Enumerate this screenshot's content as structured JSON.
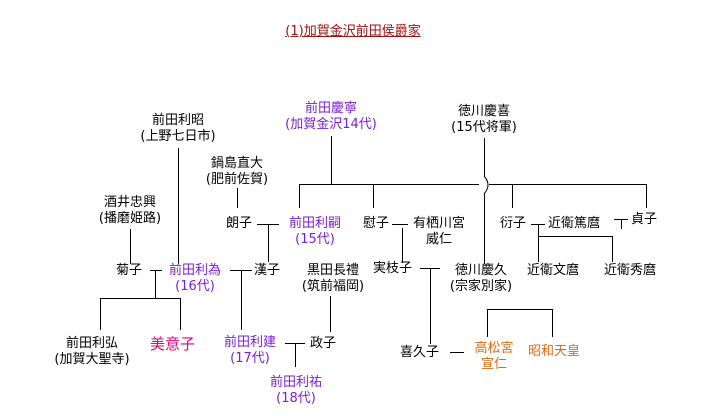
{
  "title": "(1)加賀金沢前田侯爵家",
  "people": {
    "toshiaki": {
      "name": "前田利昭",
      "sub": "(上野七日市)"
    },
    "yoshiyasu": {
      "name": "前田慶寧",
      "sub": "(加賀金沢14代)"
    },
    "yoshinobu": {
      "name": "徳川慶喜",
      "sub": "(15代将軍)"
    },
    "naohiro": {
      "name": "鍋島直大",
      "sub": "(肥前佐賀)"
    },
    "tadaoki": {
      "name": "酒井忠興",
      "sub": "(播磨姫路)"
    },
    "akiko": {
      "name": "朗子"
    },
    "toshitsugu": {
      "name": "前田利嗣",
      "sub": "(15代)"
    },
    "ikuko": {
      "name": "慰子"
    },
    "arisugawa": {
      "name": "有栖川宮",
      "sub": "威仁"
    },
    "itoko": {
      "name": "衍子"
    },
    "atsumaro": {
      "name": "近衛篤麿"
    },
    "sadako": {
      "name": "貞子"
    },
    "kikuko": {
      "name": "菊子"
    },
    "toshinari": {
      "name": "前田利為",
      "sub": "(16代)"
    },
    "kiyoko": {
      "name": "漢子"
    },
    "nagashige": {
      "name": "黒田長禮",
      "sub": "(筑前福岡)"
    },
    "saneko": {
      "name": "実枝子"
    },
    "yoshihisa": {
      "name": "徳川慶久",
      "sub": "(宗家別家)"
    },
    "fumimaro": {
      "name": "近衛文麿"
    },
    "hidemaro": {
      "name": "近衛秀麿"
    },
    "toshihiro": {
      "name": "前田利弘",
      "sub": "(加賀大聖寺)"
    },
    "miiko": {
      "name": "美意子"
    },
    "toshitatsu": {
      "name": "前田利建",
      "sub": "(17代)"
    },
    "masako": {
      "name": "政子"
    },
    "kikuko2": {
      "name": "喜久子"
    },
    "takamatsu": {
      "name": "高松宮",
      "sub": "宣仁"
    },
    "showa": {
      "name": "昭和天皇"
    },
    "toshihiro2": {
      "name": "前田利祐",
      "sub": "(18代)"
    }
  },
  "colors": {
    "title": "#a01010",
    "head_of_house": "#7a1fd6",
    "daughter": "#e0007a",
    "imperial": "#e06a10"
  }
}
